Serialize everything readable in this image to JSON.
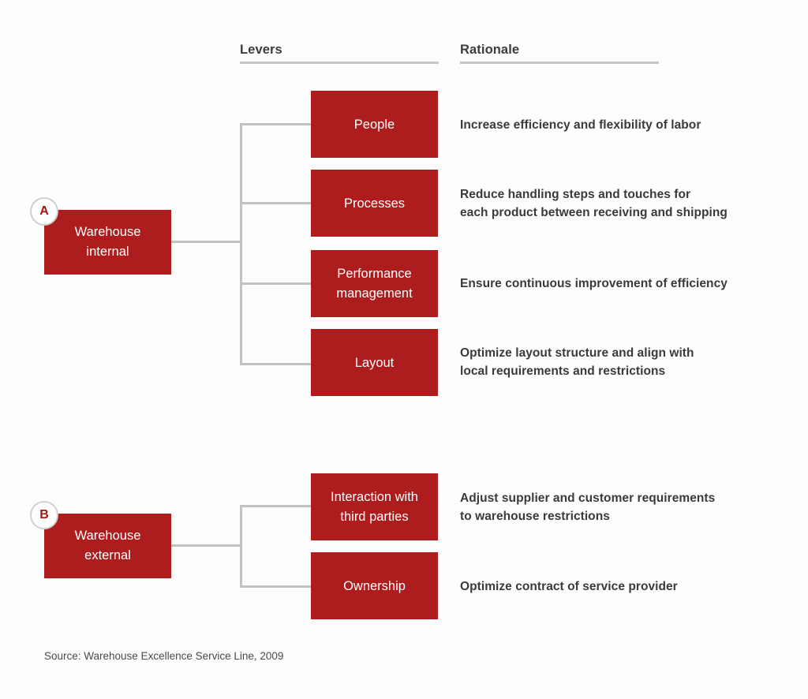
{
  "headers": {
    "levers": "Levers",
    "rationale": "Rationale"
  },
  "groups": [
    {
      "badge": "A",
      "root_label": "Warehouse\ninternal",
      "levers": [
        {
          "label": "People",
          "rationale": "Increase efficiency and flexibility of labor"
        },
        {
          "label": "Processes",
          "rationale": "Reduce handling steps and touches for\neach product between receiving and shipping"
        },
        {
          "label": "Performance\nmanagement",
          "rationale": "Ensure continuous improvement of efficiency"
        },
        {
          "label": "Layout",
          "rationale": "Optimize layout structure and align with\nlocal requirements and restrictions"
        }
      ]
    },
    {
      "badge": "B",
      "root_label": "Warehouse\nexternal",
      "levers": [
        {
          "label": "Interaction with\nthird parties",
          "rationale": "Adjust supplier and customer requirements\nto warehouse restrictions"
        },
        {
          "label": "Ownership",
          "rationale": "Optimize contract of service provider"
        }
      ]
    }
  ],
  "source": "Source: Warehouse Excellence Service Line, 2009",
  "colors": {
    "box_red": "#ad1d1d",
    "badge_text": "#a5160f",
    "connector": "#c2c2c2",
    "rule": "#c6c6c6",
    "text_dark": "#3a3a3a",
    "background": "#fdfdfd"
  }
}
